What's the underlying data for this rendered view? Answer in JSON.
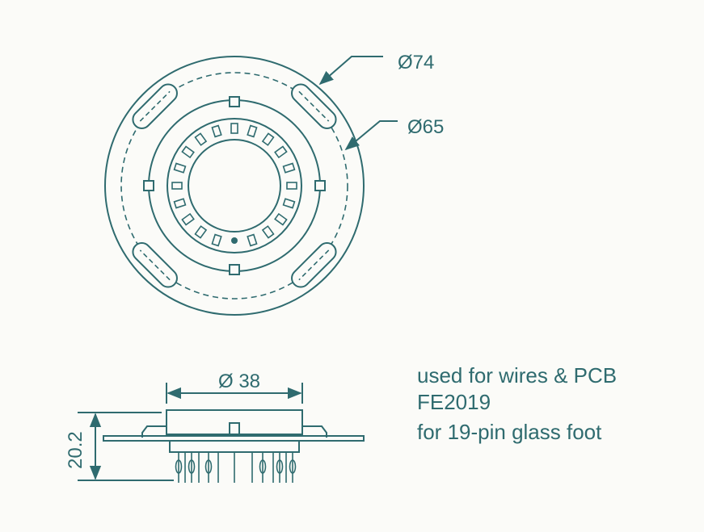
{
  "top_view": {
    "dim_outer": "Ø74",
    "dim_inner": "Ø65"
  },
  "side_view": {
    "dim_width": "Ø 38",
    "dim_height": "20.2"
  },
  "notes": {
    "line1": "used for wires & PCB",
    "line2": "FE2019",
    "line3": "for 19-pin glass foot"
  },
  "colors": {
    "ink": "#2f6b6f"
  }
}
